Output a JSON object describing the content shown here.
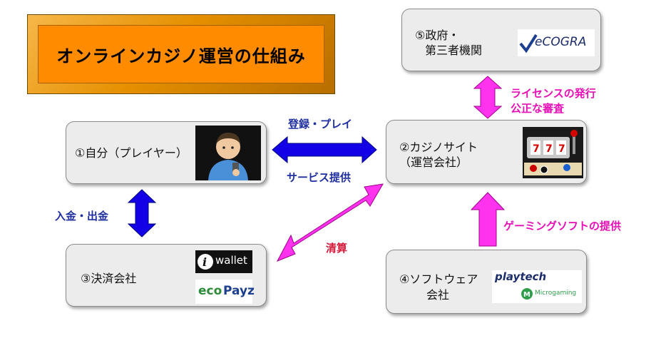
{
  "title": "オンラインカジノ運営の仕組み",
  "nodes": {
    "player": "①自分（プレイヤー）",
    "casino_line1": "②カジノサイト",
    "casino_line2": "（運営会社）",
    "payment": "③決済会社",
    "software_line1": "④ソフトウェア",
    "software_line2": "会社",
    "government_line1": "⑤政府・",
    "government_line2": "第三者機関"
  },
  "arrows": {
    "register_play": "登録・プレイ",
    "service": "サービス提供",
    "deposit_withdraw": "入金・出金",
    "settlement": "清算",
    "license_line1": "ライセンスの発行",
    "license_line2": "公正な審査",
    "gaming_software": "ゲーミングソフトの提供"
  },
  "logos": {
    "ecogra": "eCOGRA",
    "iwallet": "wallet",
    "ecopayz_eco": "eco",
    "ecopayz_payz": "Payz",
    "playtech": "playtech",
    "microgaming": "Microgaming"
  },
  "colors": {
    "title_bg": "#ff8c00",
    "blue_arrow": "#1400e6",
    "magenta_arrow": "#ff33ee",
    "blue_text": "#1f2f9f",
    "magenta_text": "#e60fb6",
    "red_text": "#d4193a",
    "box_bg": "#ececec"
  }
}
